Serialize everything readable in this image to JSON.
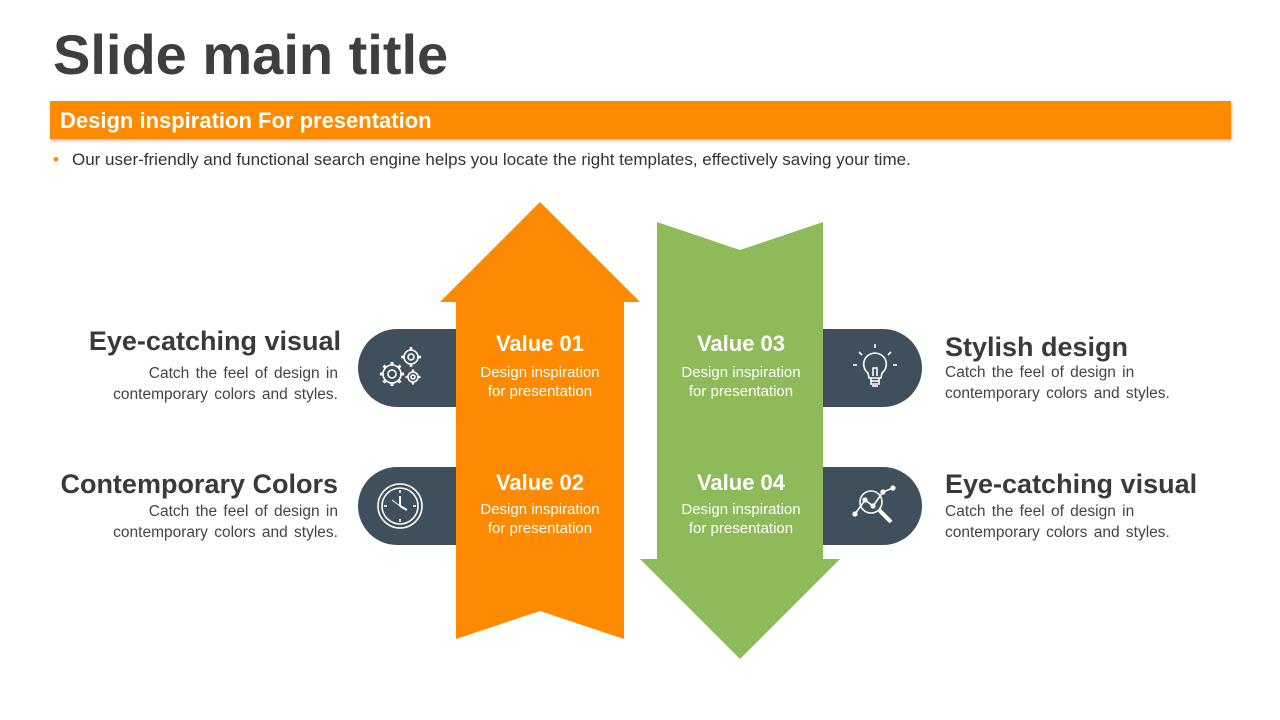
{
  "slide": {
    "title": "Slide main title",
    "subtitle": "Design inspiration For presentation",
    "bullet": "Our user-friendly and functional search engine helps you locate the right templates, effectively saving your time."
  },
  "colors": {
    "accent_orange": "#fd8a00",
    "accent_green": "#8fba5a",
    "pill_dark": "#3f4f5c",
    "title_gray": "#3f3f3f"
  },
  "values": [
    {
      "title": "Value 01",
      "desc_line1": "Design inspiration",
      "desc_line2": "for presentation"
    },
    {
      "title": "Value 02",
      "desc_line1": "Design inspiration",
      "desc_line2": "for presentation"
    },
    {
      "title": "Value 03",
      "desc_line1": "Design inspiration",
      "desc_line2": "for presentation"
    },
    {
      "title": "Value 04",
      "desc_line1": "Design inspiration",
      "desc_line2": "for presentation"
    }
  ],
  "features": [
    {
      "title": "Eye-catching visual",
      "desc_line1": "Catch the feel of design in",
      "desc_line2": "contemporary colors and styles.",
      "icon": "gears-icon"
    },
    {
      "title": "Contemporary Colors",
      "desc_line1": "Catch the feel of design in",
      "desc_line2": "contemporary colors and styles.",
      "icon": "clock-icon"
    },
    {
      "title": "Stylish design",
      "desc_line1": "Catch the feel of design in",
      "desc_line2": "contemporary colors and styles.",
      "icon": "lightbulb-icon"
    },
    {
      "title": "Eye-catching visual",
      "desc_line1": "Catch the feel of design in",
      "desc_line2": "contemporary colors and styles.",
      "icon": "magnifier-chart-icon"
    }
  ]
}
